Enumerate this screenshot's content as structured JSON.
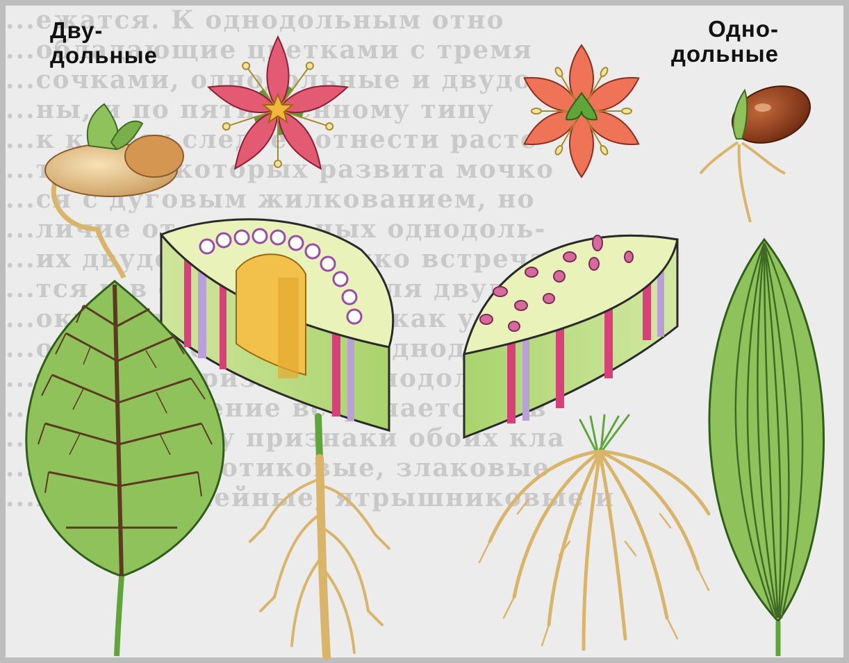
{
  "labels": {
    "dicot_line1": "Дву-",
    "dicot_line2": "дольные",
    "monocot_line1": "Одно-",
    "monocot_line2": "дольные"
  },
  "background_text_lines": [
    "...ежатся. К однодольным отно",
    "...обладающие цветками с тремя",
    "...сочками, однодольные и двудо",
    "...ны, и по пятичленному типу",
    "...к классу следует отнести расте",
    "...тение, у которых развита мочко",
    "...ся с дуговым жилкованием, но",
    "...личие от двудольных однодоль-",
    "...их двудольных нередко встреча",
    "...тся и в строении стебля двудоль",
    "...окруженные тяжами, как у двудо",
    "...отдельные растения однодольных",
    "...тельные признаки однодольных",
    "...обное строение встречается и в",
    "...й, и поэтому признаки обоих кла",
    "...ломачки, лютиковые, злаковые",
    "...ковые, лилейные, ятрышниковые и"
  ],
  "colors": {
    "leaf_green": "#8fc25a",
    "leaf_vein": "#5b3a22",
    "petal_pink": "#e35b72",
    "petal_orange": "#ef7356",
    "bundle_pink": "#d8407a",
    "root_tan": "#d9b56a",
    "seed_brown": "#8a3a1a"
  }
}
